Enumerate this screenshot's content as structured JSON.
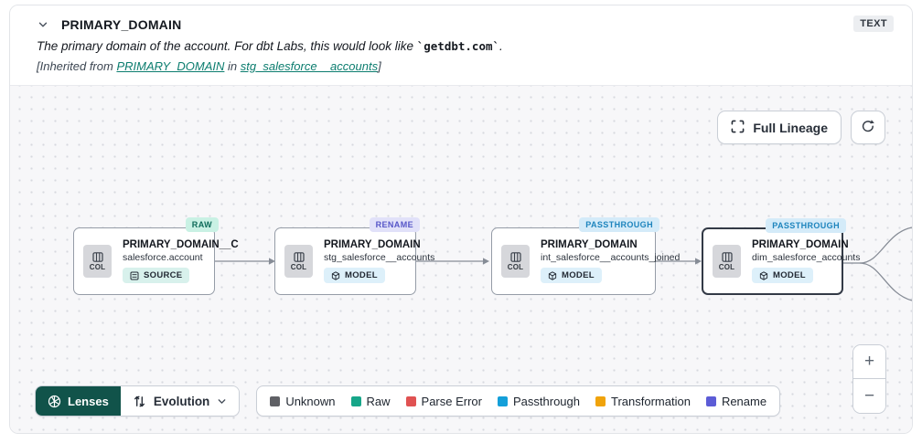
{
  "panel": {
    "title": "PRIMARY_DOMAIN",
    "type_badge": "TEXT",
    "description": {
      "prefix": "The primary domain of the account. For dbt Labs, this would look like ",
      "code": "`getdbt.com`",
      "suffix": "."
    },
    "inherited": {
      "prefix": "[Inherited from ",
      "column_link": "PRIMARY_DOMAIN",
      "middle": " in ",
      "model_link": "stg_salesforce__accounts",
      "suffix": "]"
    }
  },
  "toolbar": {
    "full_lineage_label": "Full Lineage"
  },
  "nodes": [
    {
      "badge": "RAW",
      "badge_bg": "#c9f1e4",
      "badge_fg": "#0d6a59",
      "col_label": "COL",
      "title": "PRIMARY_DOMAIN__C",
      "subtitle": "salesforce.account",
      "resource_type": "SOURCE",
      "resource_bg": "#d8f1ec"
    },
    {
      "badge": "RENAME",
      "badge_bg": "#e1e1f9",
      "badge_fg": "#5656c8",
      "col_label": "COL",
      "title": "PRIMARY_DOMAIN",
      "subtitle": "stg_salesforce__accounts",
      "resource_type": "MODEL",
      "resource_bg": "#ddf0fa"
    },
    {
      "badge": "PASSTHROUGH",
      "badge_bg": "#d4ebf9",
      "badge_fg": "#1d84bd",
      "col_label": "COL",
      "title": "PRIMARY_DOMAIN",
      "subtitle": "int_salesforce__accounts_joined",
      "resource_type": "MODEL",
      "resource_bg": "#ddf0fa"
    },
    {
      "badge": "PASSTHROUGH",
      "badge_bg": "#d4ebf9",
      "badge_fg": "#1d84bd",
      "col_label": "COL",
      "title": "PRIMARY_DOMAIN",
      "subtitle": "dim_salesforce_accounts",
      "resource_type": "MODEL",
      "resource_bg": "#ddf0fa"
    }
  ],
  "lenses": {
    "label": "Lenses",
    "selected_lens": "Evolution"
  },
  "legend": [
    {
      "label": "Unknown",
      "color": "#5f6065"
    },
    {
      "label": "Raw",
      "color": "#17a689"
    },
    {
      "label": "Parse Error",
      "color": "#e05252"
    },
    {
      "label": "Passthrough",
      "color": "#149fd9"
    },
    {
      "label": "Transformation",
      "color": "#f0a30b"
    },
    {
      "label": "Rename",
      "color": "#5c5cd6"
    }
  ],
  "zoom": {
    "in": "+",
    "out": "−"
  }
}
